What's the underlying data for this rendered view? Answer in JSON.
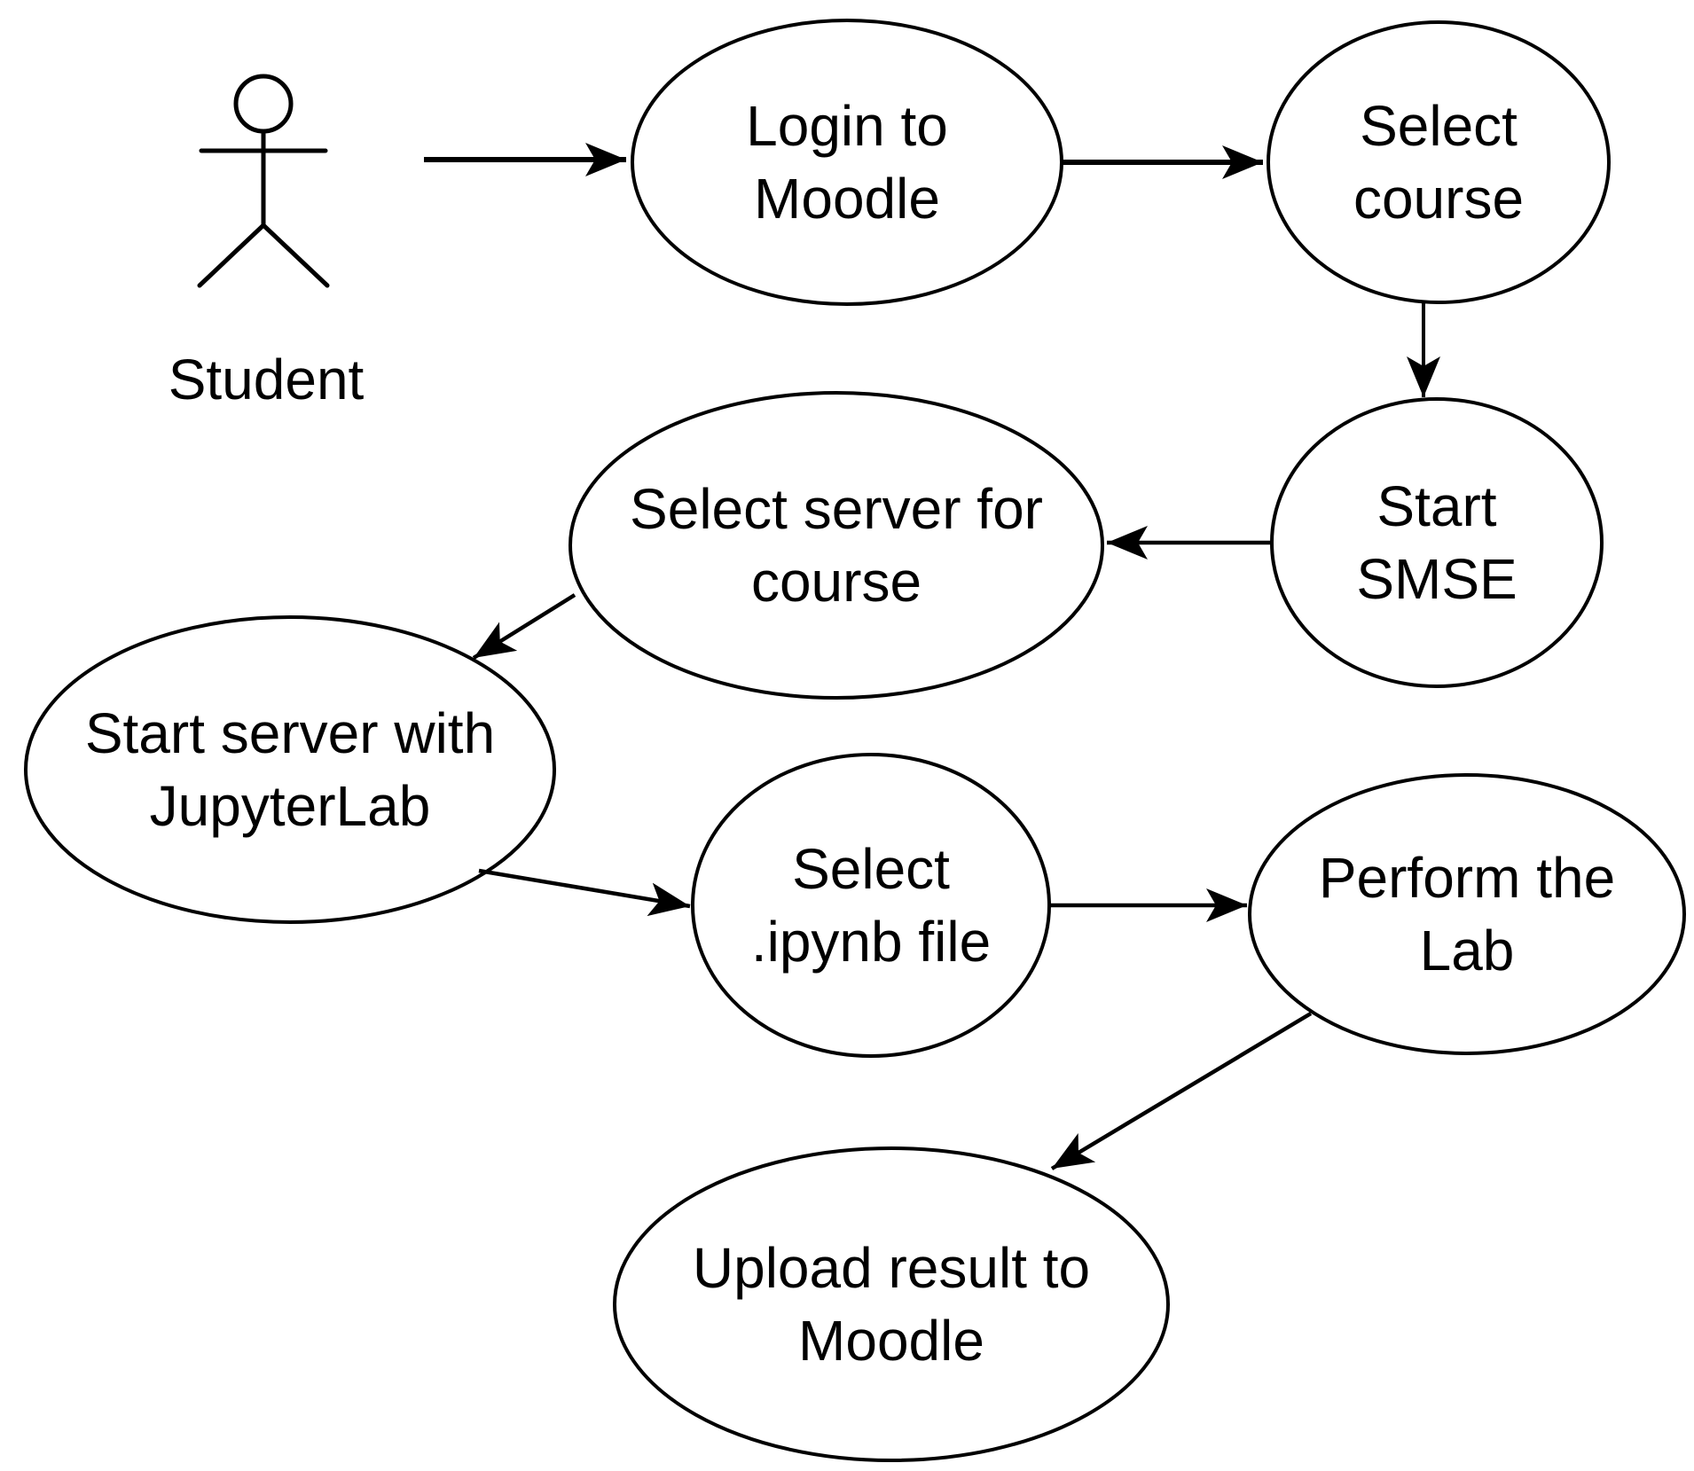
{
  "diagram": {
    "kind": "use-case-flow-diagram",
    "colors": {
      "stroke": "#000000",
      "background": "#ffffff"
    },
    "actor": {
      "name": "Student"
    },
    "nodes": [
      {
        "id": "login-to-moodle",
        "label": "Login to\nMoodle"
      },
      {
        "id": "select-course",
        "label": "Select\ncourse"
      },
      {
        "id": "start-smse",
        "label": "Start\nSMSE"
      },
      {
        "id": "select-server",
        "label": "Select server for\ncourse"
      },
      {
        "id": "start-server-jupyterlab",
        "label": "Start server with\nJupyterLab"
      },
      {
        "id": "select-ipynb-file",
        "label": "Select\n.ipynb file"
      },
      {
        "id": "perform-the-lab",
        "label": "Perform the\nLab"
      },
      {
        "id": "upload-result-moodle",
        "label": "Upload result to\nMoodle"
      }
    ],
    "edges": [
      {
        "from": "Student",
        "to": "Login to Moodle"
      },
      {
        "from": "Login to Moodle",
        "to": "Select course"
      },
      {
        "from": "Select course",
        "to": "Start SMSE"
      },
      {
        "from": "Start SMSE",
        "to": "Select server for course"
      },
      {
        "from": "Select server for course",
        "to": "Start server with JupyterLab"
      },
      {
        "from": "Start server with JupyterLab",
        "to": "Select .ipynb file"
      },
      {
        "from": "Select .ipynb file",
        "to": "Perform the Lab"
      },
      {
        "from": "Perform the Lab",
        "to": "Upload result to Moodle"
      }
    ]
  }
}
